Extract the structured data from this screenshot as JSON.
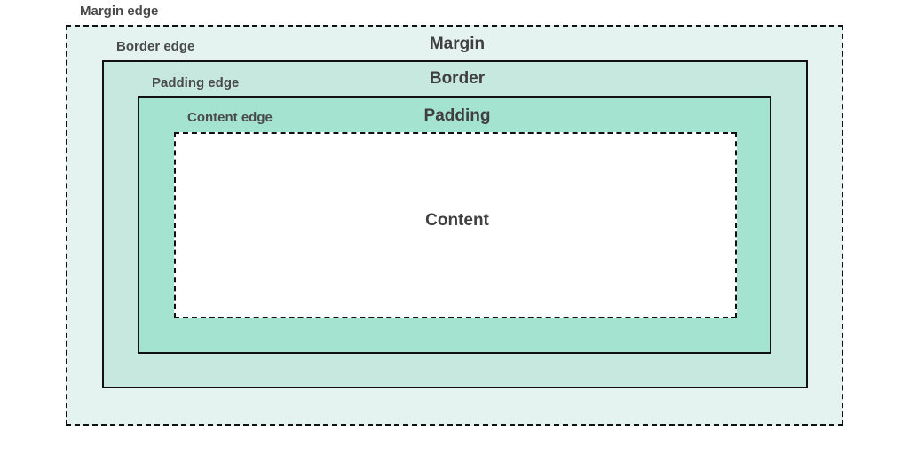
{
  "colors": {
    "margin_fill": "#e4f3ef",
    "border_fill": "#c6e8de",
    "padding_fill": "#a5e3d1",
    "content_fill": "#ffffff",
    "outline": "#111111",
    "label": "#4a4a4a"
  },
  "edges": {
    "margin": "Margin edge",
    "border": "Border edge",
    "padding": "Padding edge",
    "content": "Content edge"
  },
  "areas": {
    "margin": "Margin",
    "border": "Border",
    "padding": "Padding",
    "content": "Content"
  }
}
